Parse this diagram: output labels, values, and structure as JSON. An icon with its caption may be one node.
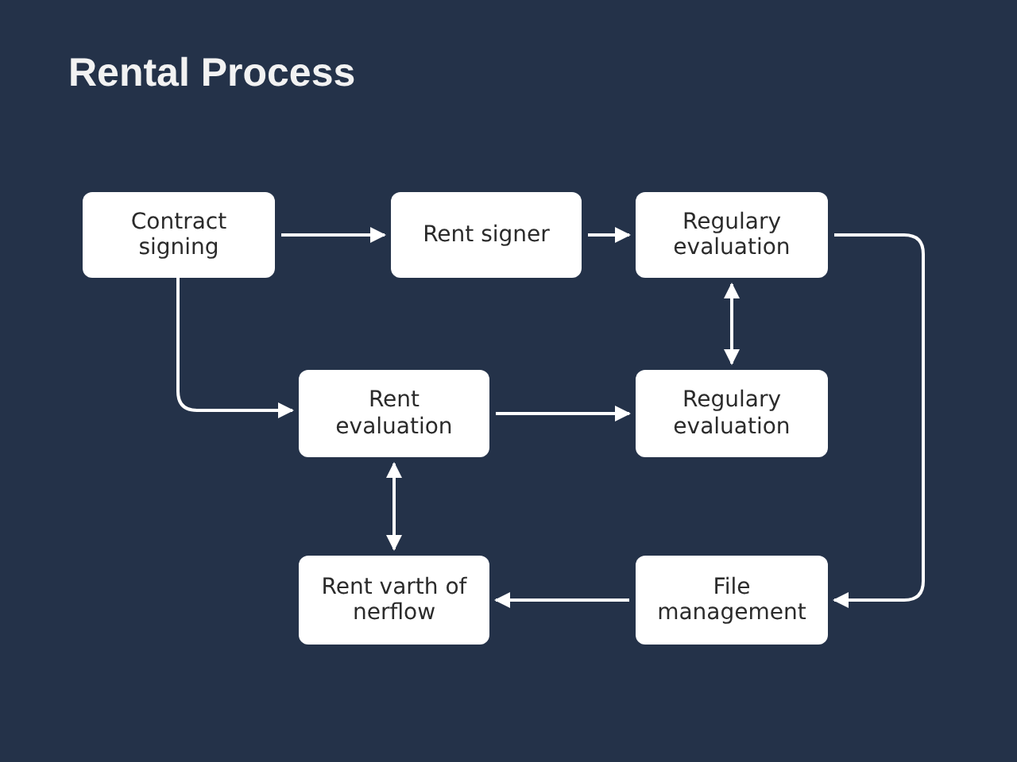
{
  "diagram": {
    "title": "Rental Process",
    "nodes": [
      {
        "text": [
          "Contract signing"
        ]
      },
      {
        "text": [
          "Rent signer"
        ]
      },
      {
        "text": [
          "Regulary evaluation"
        ]
      },
      {
        "text": [
          "Rent evaluation"
        ]
      },
      {
        "text": [
          "Regulary evaluation"
        ]
      },
      {
        "text": [
          "Rent varth of nerflow"
        ]
      },
      {
        "text": [
          "File management"
        ]
      }
    ],
    "edges": [
      {
        "from": 0,
        "to": 1,
        "arrow": "to"
      },
      {
        "from": 1,
        "to": 2,
        "arrow": "to"
      },
      {
        "from": 2,
        "to": 4,
        "arrow": "both"
      },
      {
        "from": 0,
        "to": 3,
        "arrow": "to"
      },
      {
        "from": 3,
        "to": 4,
        "arrow": "to"
      },
      {
        "from": 3,
        "to": 5,
        "arrow": "both"
      },
      {
        "from": 2,
        "to": 6,
        "arrow": "to"
      },
      {
        "from": 6,
        "to": 5,
        "arrow": "to"
      }
    ]
  }
}
